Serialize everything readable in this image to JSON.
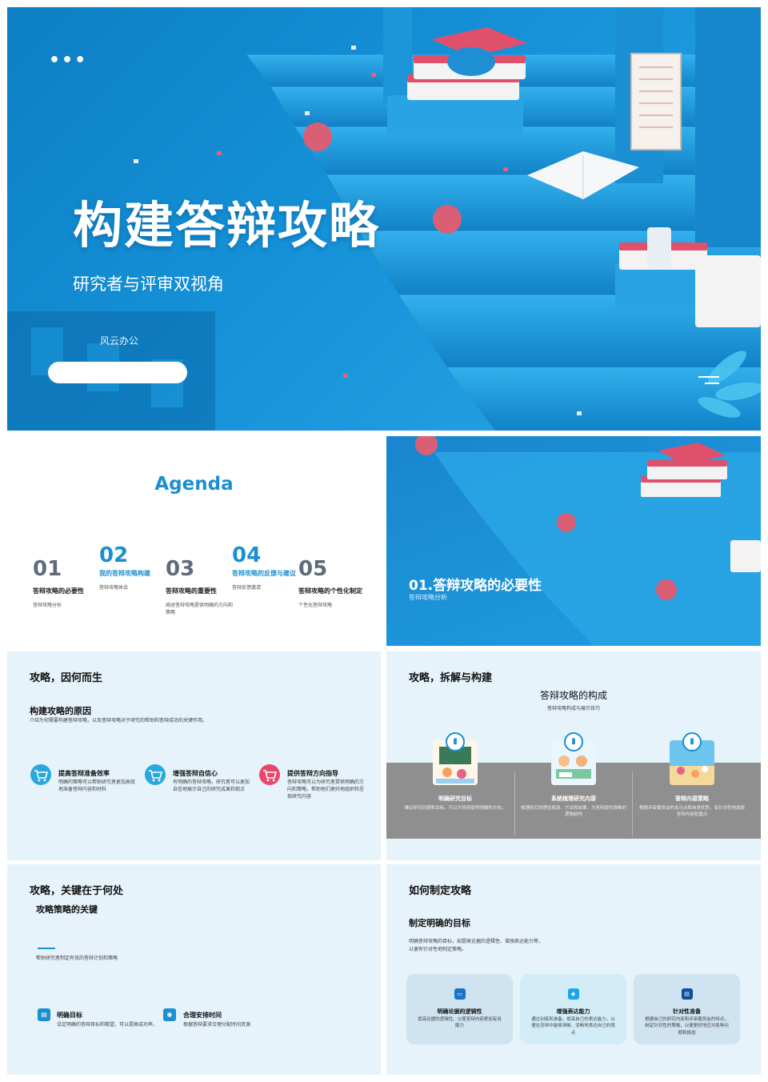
{
  "slide1": {
    "menu_dots": "•••",
    "title": "构建答辩攻略",
    "subtitle": "研究者与评审双视角",
    "brand": "风云办公"
  },
  "slide2": {
    "title": "Agenda",
    "items": [
      {
        "num": "01",
        "head": "答辩攻略的必要性",
        "desc": "答辩攻略分析"
      },
      {
        "num": "02",
        "head": "我的答辩攻略构建",
        "desc": "答辩攻略体会"
      },
      {
        "num": "03",
        "head": "答辩攻略的重要性",
        "desc": "阐述答辩攻略提供明确的方向和策略"
      },
      {
        "num": "04",
        "head": "答辩攻略的反馈与建议",
        "desc": "答辩反馈邀请"
      },
      {
        "num": "05",
        "head": "答辩攻略的个性化制定",
        "desc": "个性化答辩攻略"
      }
    ]
  },
  "slide3": {
    "section_title": "01.答辩攻略的必要性",
    "section_sub": "答辩攻略分析"
  },
  "slide4": {
    "title": "攻略，因何而生",
    "subtitle": "构建攻略的原因",
    "intro": "介绍为何需要构建答辩攻略，以及答辩攻略对于研究的帮助和答辩成功的关键作用。",
    "features": [
      {
        "title": "提高答辩准备效率",
        "desc": "明确的策略可以帮助研究者更加高效地准备答辩内容和材料"
      },
      {
        "title": "增强答辩自信心",
        "desc": "有明确的答辩攻略，研究者可以更加自信地展示自己的研究成果和观点"
      },
      {
        "title": "提供答辩方向指导",
        "desc": "答辩攻略可以为研究者提供明确的方向和策略，帮助他们更好地组织和呈现研究内容"
      }
    ],
    "colors": {
      "blue_icon": "#29a8e0",
      "pink_icon": "#e8476a"
    }
  },
  "slide5": {
    "title": "攻略，拆解与构建",
    "center_title": "答辩攻略的构成",
    "center_sub": "答辩攻略构成与展示技巧",
    "cards": [
      {
        "title": "明确研究目标",
        "desc": "确定研究问题和目标，可以为答辩提供明确的方向。"
      },
      {
        "title": "系统梳理研究内容",
        "desc": "梳理研究的理论框架、方法和结果，为答辩提供清晰的逻辑结构"
      },
      {
        "title": "答辩内容策略",
        "desc": "根据评审委员会的关注点和自身优势，有针对性地选择答辩内容和重点"
      }
    ]
  },
  "slide6": {
    "title": "攻略，关键在于何处",
    "subtitle": "攻略策略的关键",
    "intro": "帮助研究者制定有效的答辩计划和策略",
    "items": [
      {
        "title": "明确目标",
        "desc": "设定明确的答辩目标和期望，可以提高成功率。"
      },
      {
        "title": "合理安排时间",
        "desc": "根据答辩要求合理分配时间资源"
      }
    ]
  },
  "slide7": {
    "title": "如何制定攻略",
    "subtitle": "制定明确的目标",
    "intro": "明确答辩攻略的目标，如提高论据的逻辑性、增强表达能力等，以便有针对性地制定策略。",
    "boxes": [
      {
        "title": "明确论据的逻辑性",
        "desc": "提高论据的逻辑性，以使答辩内容更加有说服力"
      },
      {
        "title": "增强表达能力",
        "desc": "通过训练和准备，提高自己的表达能力，以便在答辩中能够清晰、流畅地表达自己的观点"
      },
      {
        "title": "针对性准备",
        "desc": "根据自己的研究内容和评审委员会的特点，制定针对性的策略，以便更好地应对各种问题和挑战"
      }
    ],
    "colors": {
      "box1": "#cfe3f0",
      "box2": "#d2edf8",
      "box3": "#cfe3f0"
    }
  }
}
